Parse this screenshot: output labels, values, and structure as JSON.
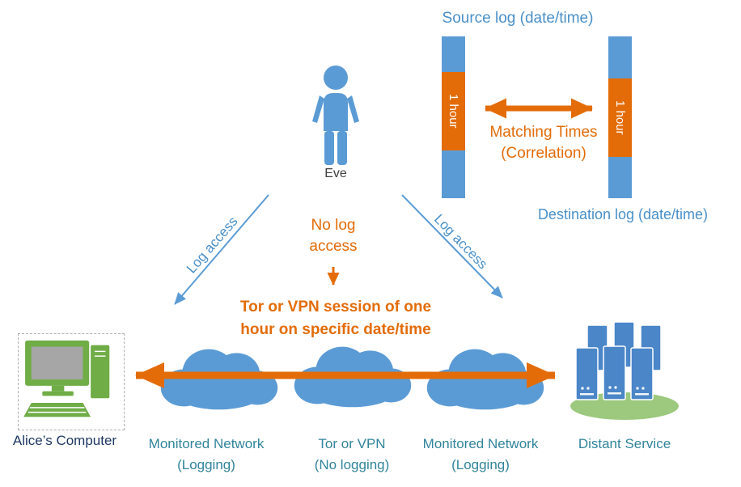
{
  "colors": {
    "shape_blue": "#5B9BD5",
    "orange": "#E36C09",
    "green": "#70AD47",
    "light_green": "#9CC97E",
    "server_blue": "#4A86C8",
    "text_light_blue": "#4A90C8",
    "text_teal": "#31849B",
    "text_dark": "#3F3F3F",
    "text_navy": "#1F3864",
    "screen_gray": "#A6A6A6"
  },
  "timeline": {
    "source_label": "Source log (date/time)",
    "destination_label": "Destination log (date/time)",
    "hour_label": "1 hour",
    "matching_line1": "Matching Times",
    "matching_line2": "(Correlation)"
  },
  "eve": {
    "name": "Eve",
    "left_arrow_label": "Log access",
    "right_arrow_label": "Log access",
    "no_log_line1": "No log",
    "no_log_line2": "access",
    "session_line1": "Tor or VPN session of one",
    "session_line2": "hour on specific date/time"
  },
  "endpoints": {
    "alice_label": "Alice’s Computer",
    "distant_label": "Distant Service"
  },
  "networks": [
    {
      "line1": "Monitored Network",
      "line2": "(Logging)"
    },
    {
      "line1": "Tor or VPN",
      "line2": "(No logging)"
    },
    {
      "line1": "Monitored Network",
      "line2": "(Logging)"
    }
  ]
}
